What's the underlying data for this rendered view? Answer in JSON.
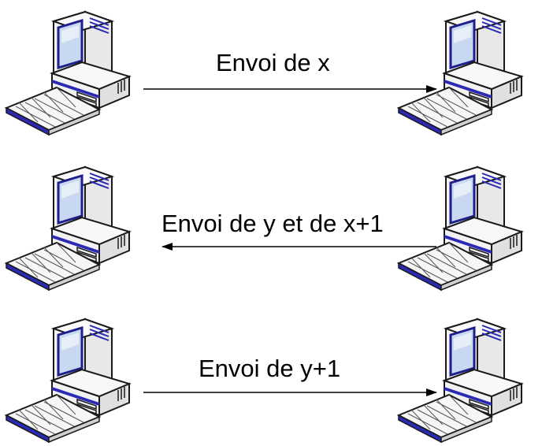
{
  "messages": [
    {
      "label": "Envoi de x",
      "direction": "left-to-right"
    },
    {
      "label": "Envoi de y et de x+1",
      "direction": "right-to-left"
    },
    {
      "label": "Envoi de y+1",
      "direction": "left-to-right"
    }
  ],
  "nodes": {
    "icon": "desktop-computer-icon"
  },
  "colors": {
    "arrow": "#000000",
    "computer_body": "#f0f0f0",
    "computer_outline": "#1a1a1a",
    "screen_blue": "#1e1e8c",
    "screen_light": "#c8d8f0",
    "accent_blue": "#2a2ab4"
  }
}
